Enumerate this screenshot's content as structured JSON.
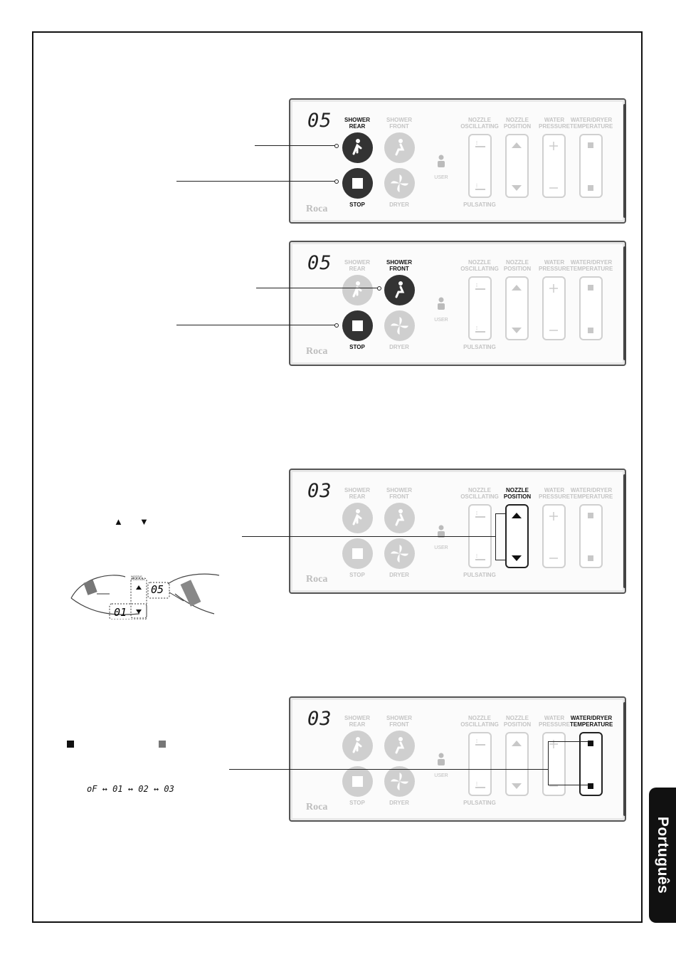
{
  "language_tab": "Português",
  "brand": "Roca",
  "user_label": "USER",
  "labels": {
    "shower_rear": [
      "SHOWER",
      "REAR"
    ],
    "shower_front": [
      "SHOWER",
      "FRONT"
    ],
    "stop": "STOP",
    "dryer": "DRYER",
    "nozzle_oscillating": [
      "NOZZLE",
      "OSCILLATING"
    ],
    "nozzle_position": [
      "NOZZLE",
      "POSITION"
    ],
    "water_pressure": [
      "WATER",
      "PRESSURE"
    ],
    "water_dryer_temperature": [
      "WATER/DRYER",
      "TEMPERATURE"
    ],
    "pulsating": "PULSATING"
  },
  "panels": [
    {
      "display": "05",
      "active": [
        "shower_rear",
        "stop"
      ]
    },
    {
      "display": "05",
      "active": [
        "shower_front",
        "stop"
      ]
    },
    {
      "display": "03",
      "active": [
        "nozzle_position"
      ]
    },
    {
      "display": "03",
      "active": [
        "water_dryer_temperature"
      ]
    }
  ],
  "illustration": {
    "label_top": "NOZZLE POSITION",
    "display_left": "01",
    "display_right": "05"
  },
  "sequence": "oF ↔ 01 ↔ 02 ↔ 03",
  "colors": {
    "active": "#333333",
    "inactive": "#cfcfcf",
    "border": "#111111"
  }
}
